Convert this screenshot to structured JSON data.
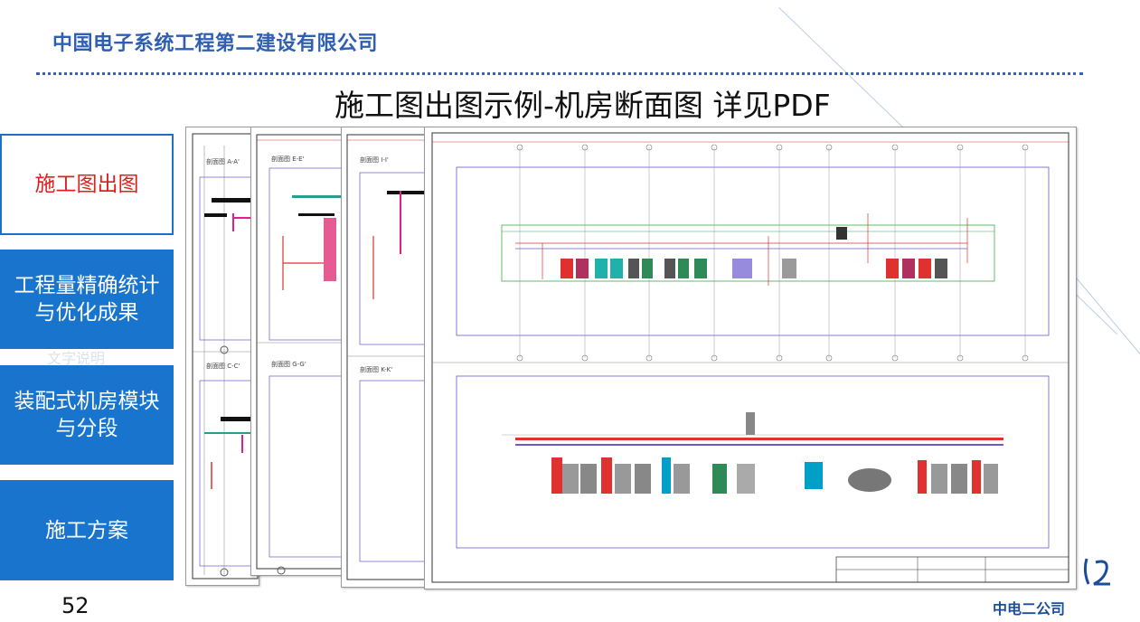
{
  "header": {
    "company_name": "中国电子系统工程第二建设有限公司"
  },
  "slide": {
    "title": "施工图出图示例-机房断面图 详见PDF"
  },
  "sidebar": {
    "items": [
      {
        "label": "施工图出图",
        "active": true
      },
      {
        "label": "工程量精确统计与优化成果",
        "active": false
      },
      {
        "label": "装配式机房模块与分段",
        "active": false
      },
      {
        "label": "施工方案",
        "active": false
      }
    ],
    "faint_text": "文字说明"
  },
  "drawings": {
    "sheet1_labels": [
      "剖面图 A-A'",
      "剖面图 C-C'"
    ],
    "sheet2_labels": [
      "剖面图 E-E'",
      "剖面图 G-G'"
    ],
    "sheet3_labels": [
      "剖面图 I-I'",
      "剖面图 K-K'"
    ]
  },
  "footer": {
    "page_number": "52",
    "logo_text": "中电二公司"
  },
  "colors": {
    "brand_blue": "#1874cd",
    "active_text": "#e02020",
    "header_blue": "#2f5fb3"
  }
}
